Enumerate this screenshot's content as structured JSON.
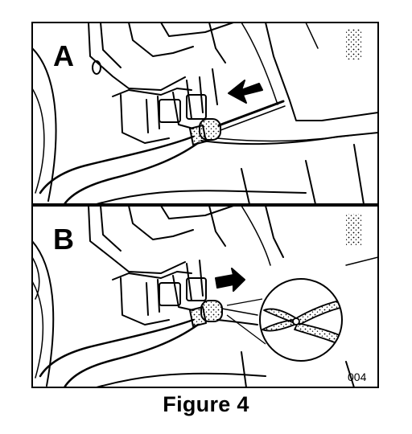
{
  "panels": [
    {
      "label": "A"
    },
    {
      "label": "B"
    }
  ],
  "figure_code": "004",
  "caption": "Figure 4",
  "colors": {
    "ink": "#000000",
    "paper": "#ffffff"
  }
}
